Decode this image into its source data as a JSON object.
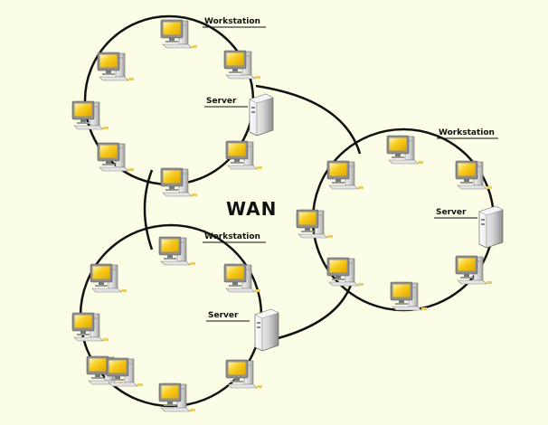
{
  "diagram": {
    "center_label": "WAN",
    "links": [
      {
        "from": "lan-top",
        "to": "lan-right"
      },
      {
        "from": "lan-top",
        "to": "lan-bottom"
      },
      {
        "from": "lan-bottom",
        "to": "lan-right"
      }
    ],
    "lans": [
      {
        "id": "lan-top",
        "workstation_label": "Workstation",
        "server_label": "Server",
        "workstation_count": 7
      },
      {
        "id": "lan-right",
        "workstation_label": "Workstation",
        "server_label": "Server",
        "workstation_count": 7
      },
      {
        "id": "lan-bottom",
        "workstation_label": "Workstation",
        "server_label": "Server",
        "workstation_count": 8
      }
    ]
  },
  "colors": {
    "background": "#fcfde6",
    "monitor_screen": "#f5c000",
    "monitor_frame": "#9a9a9a",
    "tower": "#c8c8c8",
    "link": "#111111"
  }
}
